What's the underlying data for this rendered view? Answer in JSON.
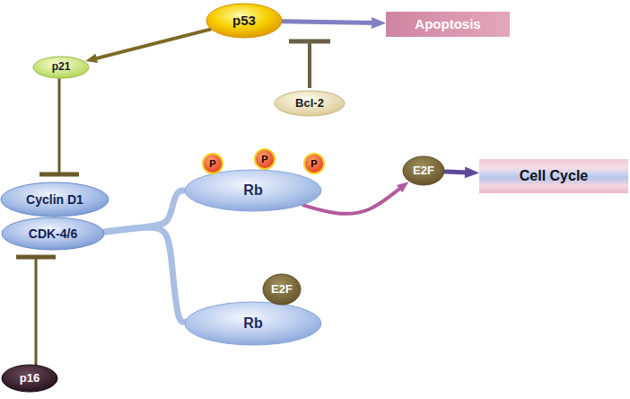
{
  "diagram": {
    "nodes": [
      {
        "text": [
          "p53"
        ]
      },
      {
        "text": [
          "Apoptosis"
        ]
      },
      {
        "text": [
          "p21"
        ]
      },
      {
        "text": [
          "Bcl-2"
        ]
      },
      {
        "text": [
          "P"
        ]
      },
      {
        "text": [
          "P"
        ]
      },
      {
        "text": [
          "P"
        ]
      },
      {
        "text": [
          "Rb"
        ]
      },
      {
        "text": [
          "E2F"
        ]
      },
      {
        "text": [
          "Cell Cycle"
        ]
      },
      {
        "text": [
          "Cyclin D1"
        ]
      },
      {
        "text": [
          "CDK-4/6"
        ]
      },
      {
        "text": [
          "E2F"
        ]
      },
      {
        "text": [
          "Rb"
        ]
      },
      {
        "text": [
          "p16"
        ]
      }
    ],
    "edges": [
      {
        "from": 0,
        "to": 2,
        "arrow": "to"
      },
      {
        "from": 0,
        "to": 1,
        "arrow": "to"
      },
      {
        "from": 2,
        "to": 10,
        "arrow": "to"
      },
      {
        "from": 14,
        "to": 11,
        "arrow": "to"
      },
      {
        "from": 11,
        "to": 7,
        "arrow": "none"
      },
      {
        "from": 11,
        "to": 13,
        "arrow": "none"
      },
      {
        "from": 7,
        "to": 8,
        "arrow": "to"
      },
      {
        "from": 8,
        "to": 9,
        "arrow": "to"
      }
    ]
  }
}
